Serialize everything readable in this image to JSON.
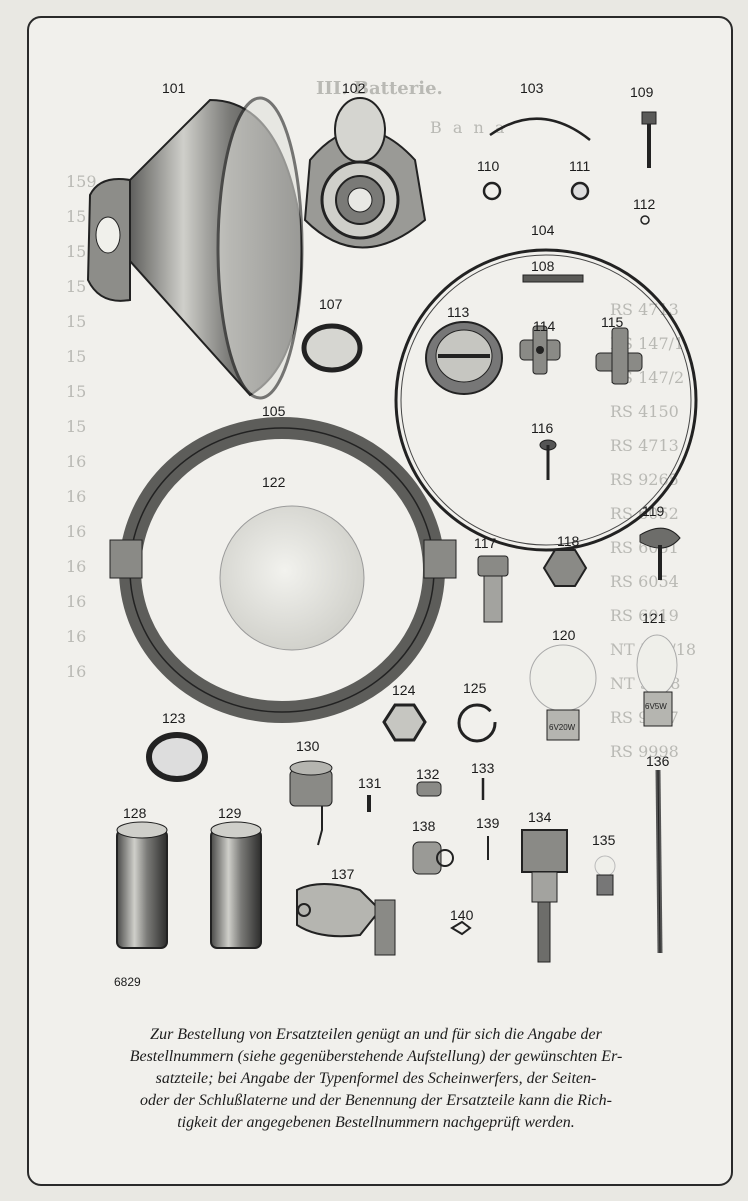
{
  "parts": [
    {
      "id": "101"
    },
    {
      "id": "102"
    },
    {
      "id": "103"
    },
    {
      "id": "104"
    },
    {
      "id": "105"
    },
    {
      "id": "107"
    },
    {
      "id": "108"
    },
    {
      "id": "109"
    },
    {
      "id": "110"
    },
    {
      "id": "111"
    },
    {
      "id": "112"
    },
    {
      "id": "113"
    },
    {
      "id": "114"
    },
    {
      "id": "115"
    },
    {
      "id": "116"
    },
    {
      "id": "117"
    },
    {
      "id": "118"
    },
    {
      "id": "119"
    },
    {
      "id": "120"
    },
    {
      "id": "121"
    },
    {
      "id": "122"
    },
    {
      "id": "123"
    },
    {
      "id": "124"
    },
    {
      "id": "125"
    },
    {
      "id": "128"
    },
    {
      "id": "129"
    },
    {
      "id": "130"
    },
    {
      "id": "131"
    },
    {
      "id": "132"
    },
    {
      "id": "133"
    },
    {
      "id": "134"
    },
    {
      "id": "135"
    },
    {
      "id": "136"
    },
    {
      "id": "137"
    },
    {
      "id": "138"
    },
    {
      "id": "139"
    },
    {
      "id": "140"
    }
  ],
  "plate_number": "6829",
  "bulb_markings": {
    "b120": "6V20W",
    "b121": "6V5W"
  },
  "ghost_text": {
    "heading": "III. Batterie.",
    "col_header": "B a n a",
    "row_numbers": [
      "159",
      "15",
      "15",
      "15",
      "15",
      "15",
      "15",
      "15",
      "16",
      "16",
      "16",
      "16",
      "16",
      "16",
      "16"
    ],
    "order_numbers": [
      "RS 4713",
      "RS 147/1",
      "RS 147/2",
      "RS 4150",
      "RS 4713",
      "RS 9265",
      "RS 6052",
      "RS 6051",
      "RS 6054",
      "RS 6019",
      "NT 502/18",
      "NT 5188",
      "RS 9957",
      "RS 9998"
    ]
  },
  "caption": {
    "lines": [
      "Zur Bestellung von Ersatzteilen genügt an und für sich die Angabe der",
      "Bestellnummern (siehe gegenüberstehende Aufstellung) der gewünschten Er-",
      "satzteile; bei Angabe der Typenformel des Scheinwerfers, der Seiten-",
      "oder der Schlußlaterne und der Benennung der Ersatzteile kann die Rich-",
      "tigkeit der angegebenen Bestellnummern nachgeprüft werden."
    ]
  }
}
